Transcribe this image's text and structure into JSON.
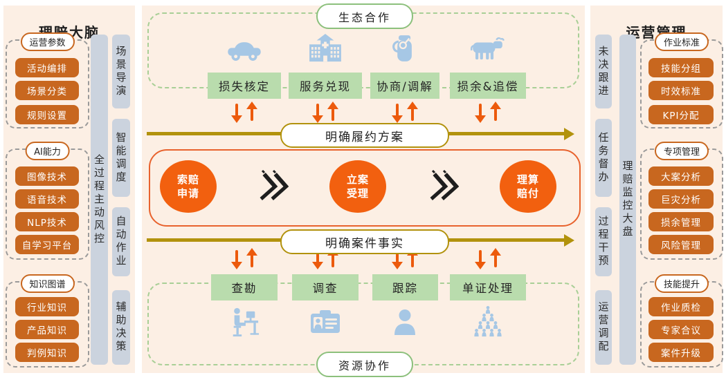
{
  "left_panel": {
    "title": "理赔大脑",
    "risk_bar": "全过程主动风控",
    "flow_bars": [
      "场景导演",
      "智能调度",
      "自动作业",
      "辅助决策"
    ],
    "sections": [
      {
        "header": "运营参数",
        "items": [
          "活动编排",
          "场景分类",
          "规则设置"
        ]
      },
      {
        "header": "AI能力",
        "items": [
          "图像技术",
          "语音技术",
          "NLP技术",
          "自学习平台"
        ]
      },
      {
        "header": "知识图谱",
        "items": [
          "行业知识",
          "产品知识",
          "判例知识"
        ]
      }
    ]
  },
  "center_panel": {
    "eco_pill": "生态合作",
    "eco_boxes": [
      "损失核定",
      "服务兑现",
      "协商/调解",
      "损余&追偿"
    ],
    "eco_icons": [
      "car-icon",
      "hospital-icon",
      "milk-can-icon",
      "cow-icon"
    ],
    "plan_pill": "明确履约方案",
    "steps": [
      {
        "line1": "索赔",
        "line2": "申请"
      },
      {
        "line1": "立案",
        "line2": "受理"
      },
      {
        "line1": "理算",
        "line2": "赔付"
      }
    ],
    "fact_pill": "明确案件事实",
    "task_boxes": [
      "查勘",
      "调查",
      "跟踪",
      "单证处理"
    ],
    "resource_icons": [
      "surveyor-desk-icon",
      "id-card-icon",
      "person-icon",
      "team-icon"
    ],
    "resource_pill": "资源协作"
  },
  "right_panel": {
    "title": "运营管理",
    "control_bars": [
      "未决跟进",
      "任务督办",
      "过程干预",
      "运营调配"
    ],
    "dashboard_bar": "理赔监控大盘",
    "sections": [
      {
        "header": "作业标准",
        "items": [
          "技能分组",
          "时效标准",
          "KPI分配"
        ]
      },
      {
        "header": "专项管理",
        "items": [
          "大案分析",
          "巨灾分析",
          "损余管理",
          "风险管理"
        ]
      },
      {
        "header": "技能提升",
        "items": [
          "作业质检",
          "专家合议",
          "案件升级"
        ]
      }
    ]
  },
  "colors": {
    "panel_bg": "#fcefe4",
    "deep_orange": "#c8671f",
    "bright_orange": "#f2600f",
    "arrow_orange": "#ec5a0c",
    "green_fill": "#b9dcad",
    "green_border": "#8cc07c",
    "gold": "#b2920d",
    "bar_gray_blue": "#cbd3de",
    "icon_blue": "#a6c7e5"
  }
}
